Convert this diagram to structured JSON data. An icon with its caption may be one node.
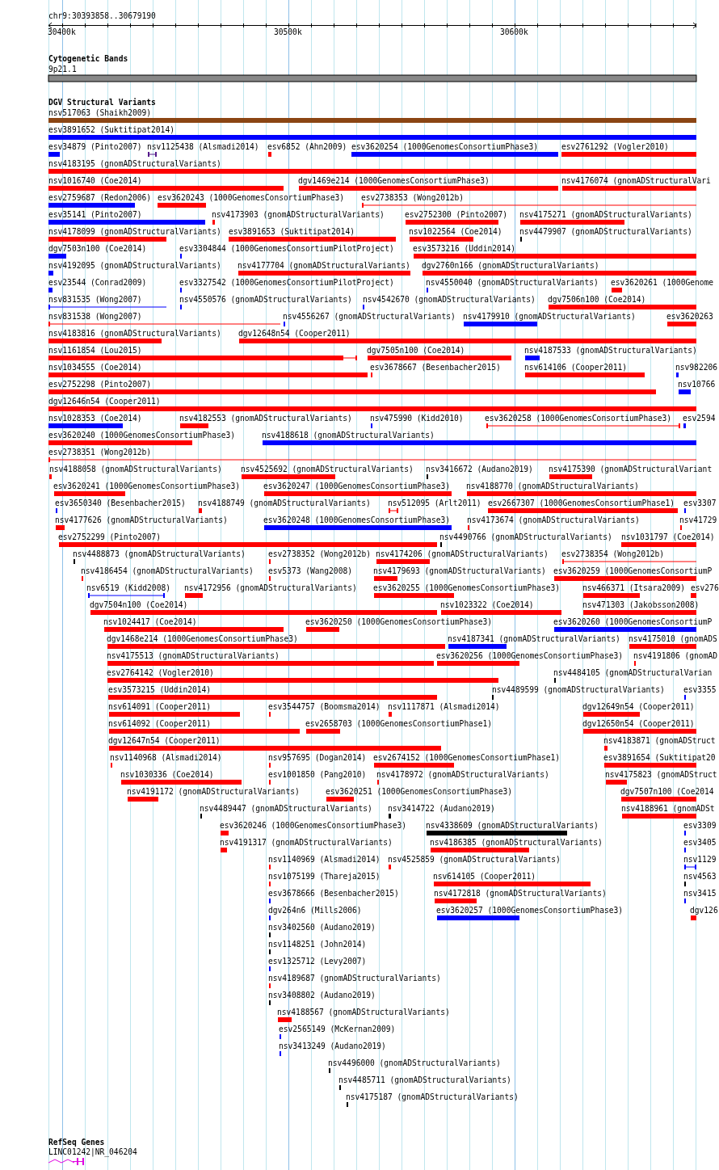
{
  "diagram": {
    "title": "chr9:30393858..30679190",
    "labels": [
      "30400k",
      "30500k",
      "30600k",
      "Cytogenetic Bands",
      "9p21.1",
      "DGV Structural Variants",
      "nsv517063 (Shaikh2009)",
      "esv3891652 (Suktitipat2014)",
      "esv34879 (Pinto2007)",
      "nsv1125438 (Alsmadi2014)",
      "esv6852 (Ahn2009)",
      "esv3620254 (1000GenomesConsortiumPhase3)",
      "esv2761292 (Vogler2010)",
      "nsv4183195 (gnomADStructuralVariants)",
      "nsv1016740 (Coe2014)",
      "dgv1469e214 (1000GenomesConsortiumPhase3)",
      "nsv4176074 (gnomADStructuralVari",
      "esv2759687 (Redon2006)",
      "esv3620243 (1000GenomesConsortiumPhase3)",
      "esv2738353 (Wong2012b)",
      "esv35141 (Pinto2007)",
      "nsv4173903 (gnomADStructuralVariants)",
      "esv2752300 (Pinto2007)",
      "nsv4175271 (gnomADStructuralVariants)",
      "nsv4178099 (gnomADStructuralVariants)",
      "esv3891653 (Suktitipat2014)",
      "nsv1022564 (Coe2014)",
      "nsv4479907 (gnomADStructuralVariants)",
      "dgv7503n100 (Coe2014)",
      "esv3304844 (1000GenomesConsortiumPilotProject)",
      "esv3573216 (Uddin2014)",
      "nsv4192095 (gnomADStructuralVariants)",
      "nsv4177704 (gnomADStructuralVariants)",
      "dgv2760n166 (gnomADStructuralVariants)",
      "esv23544 (Conrad2009)",
      "esv3327542 (1000GenomesConsortiumPilotProject)",
      "nsv4550040 (gnomADStructuralVariants)",
      "esv3620261 (1000Genome",
      "nsv831535 (Wong2007)",
      "nsv4550576 (gnomADStructuralVariants)",
      "nsv4542670 (gnomADStructuralVariants)",
      "dgv7506n100 (Coe2014)",
      "nsv831538 (Wong2007)",
      "nsv4556267 (gnomADStructuralVariants)",
      "nsv4179910 (gnomADStructuralVariants)",
      "esv3620263",
      "nsv4183816 (gnomADStructuralVariants)",
      "dgv12648n54 (Cooper2011)",
      "nsv1161854 (Lou2015)",
      "dgv7505n100 (Coe2014)",
      "nsv4187533 (gnomADStructuralVariants)",
      "nsv1034555 (Coe2014)",
      "esv3678667 (Besenbacher2015)",
      "nsv614106 (Cooper2011)",
      "nsv982206",
      "esv2752298 (Pinto2007)",
      "nsv10766",
      "dgv12646n54 (Cooper2011)",
      "nsv1028353 (Coe2014)",
      "nsv4182553 (gnomADStructuralVariants)",
      "nsv475990 (Kidd2010)",
      "esv3620258 (1000GenomesConsortiumPhase3)",
      "esv2594",
      "esv3620240 (1000GenomesConsortiumPhase3)",
      "nsv4188618 (gnomADStructuralVariants)",
      "esv2738351 (Wong2012b)",
      "nsv4188058 (gnomADStructuralVariants)",
      "nsv4525692 (gnomADStructuralVariants)",
      "nsv3416672 (Audano2019)",
      "nsv4175390 (gnomADStructuralVariant",
      "esv3620241 (1000GenomesConsortiumPhase3)",
      "esv3620247 (1000GenomesConsortiumPhase3)",
      "nsv4188770 (gnomADStructuralVariants)",
      "esv3650340 (Besenbacher2015)",
      "nsv4188749 (gnomADStructuralVariants)",
      "nsv512095 (Arlt2011)",
      "esv2667307 (1000GenomesConsortiumPhase1)",
      "esv3307",
      "nsv4177626 (gnomADStructuralVariants)",
      "esv3620248 (1000GenomesConsortiumPhase3)",
      "nsv4173674 (gnomADStructuralVariants)",
      "nsv41729",
      "esv2752299 (Pinto2007)",
      "nsv4490766 (gnomADStructuralVariants)",
      "nsv1031797 (Coe2014)",
      "nsv4488873 (gnomADStructuralVariants)",
      "esv2738352 (Wong2012b)",
      "nsv4174206 (gnomADStructuralVariants)",
      "esv2738354 (Wong2012b)",
      "nsv4186454 (gnomADStructuralVariants)",
      "esv5373 (Wang2008)",
      "nsv4179693 (gnomADStructuralVariants)",
      "esv3620259 (1000GenomesConsortiumP",
      "nsv6519 (Kidd2008)",
      "nsv4172956 (gnomADStructuralVariants)",
      "esv3620255 (1000GenomesConsortiumPhase3)",
      "nsv466371 (Itsara2009)",
      "esv276",
      "dgv7504n100 (Coe2014)",
      "nsv1023322 (Coe2014)",
      "nsv471303 (Jakobsson2008)",
      "nsv1024417 (Coe2014)",
      "esv3620250 (1000GenomesConsortiumPhase3)",
      "esv3620260 (1000GenomesConsortiumP",
      "dgv1468e214 (1000GenomesConsortiumPhase3)",
      "nsv4187341 (gnomADStructuralVariants)",
      "nsv4175010 (gnomADS",
      "nsv4175513 (gnomADStructuralVariants)",
      "esv3620256 (1000GenomesConsortiumPhase3)",
      "nsv4191806 (gnomAD",
      "esv2764142 (Vogler2010)",
      "nsv4484105 (gnomADStructuralVarian",
      "esv3573215 (Uddin2014)",
      "nsv4489599 (gnomADStructuralVariants)",
      "esv3355",
      "nsv614091 (Cooper2011)",
      "esv3544757 (Boomsma2014)",
      "nsv1117871 (Alsmadi2014)",
      "dgv12649n54 (Cooper2011)",
      "nsv614092 (Cooper2011)",
      "esv2658703 (1000GenomesConsortiumPhase1)",
      "dgv12650n54 (Cooper2011)",
      "dgv12647n54 (Cooper2011)",
      "nsv4183871 (gnomADStruct",
      "nsv1140968 (Alsmadi2014)",
      "nsv957695 (Dogan2014)",
      "esv2674152 (1000GenomesConsortiumPhase1)",
      "esv3891654 (Suktitipat20",
      "nsv1030336 (Coe2014)",
      "esv1001850 (Pang2010)",
      "nsv4178972 (gnomADStructuralVariants)",
      "nsv4175823 (gnomADStruct",
      "nsv4191172 (gnomADStructuralVariants)",
      "esv3620251 (1000GenomesConsortiumPhase3)",
      "dgv7507n100 (Coe2014",
      "nsv4489447 (gnomADStructuralVariants)",
      "nsv3414722 (Audano2019)",
      "nsv4188961 (gnomADSt",
      "esv3620246 (1000GenomesConsortiumPhase3)",
      "nsv4338609 (gnomADStructuralVariants)",
      "esv3309",
      "nsv4191317 (gnomADStructuralVariants)",
      "nsv4186385 (gnomADStructuralVariants)",
      "esv3405",
      "nsv1140969 (Alsmadi2014)",
      "nsv4525859 (gnomADStructuralVariants)",
      "nsv1129",
      "nsv1075199 (Thareja2015)",
      "nsv614105 (Cooper2011)",
      "nsv4563",
      "esv3678666 (Besenbacher2015)",
      "nsv4172818 (gnomADStructuralVariants)",
      "nsv3415",
      "dgv264n6 (Mills2006)",
      "esv3620257 (1000GenomesConsortiumPhase3)",
      "dgv126",
      "nsv3402560 (Audano2019)",
      "nsv1148251 (John2014)",
      "esv1325712 (Levy2007)",
      "nsv4189687 (gnomADStructuralVariants)",
      "nsv3408802 (Audano2019)",
      "nsv4188567 (gnomADStructuralVariants)",
      "esv2565149 (McKernan2009)",
      "nsv3413249 (Audano2019)",
      "nsv4496000 (gnomADStructuralVariants)",
      "nsv4485711 (gnomADStructuralVariants)",
      "nsv4175187 (gnomADStructuralVariants)",
      "RefSeq Genes",
      "LINC01242|NR_046204"
    ]
  }
}
